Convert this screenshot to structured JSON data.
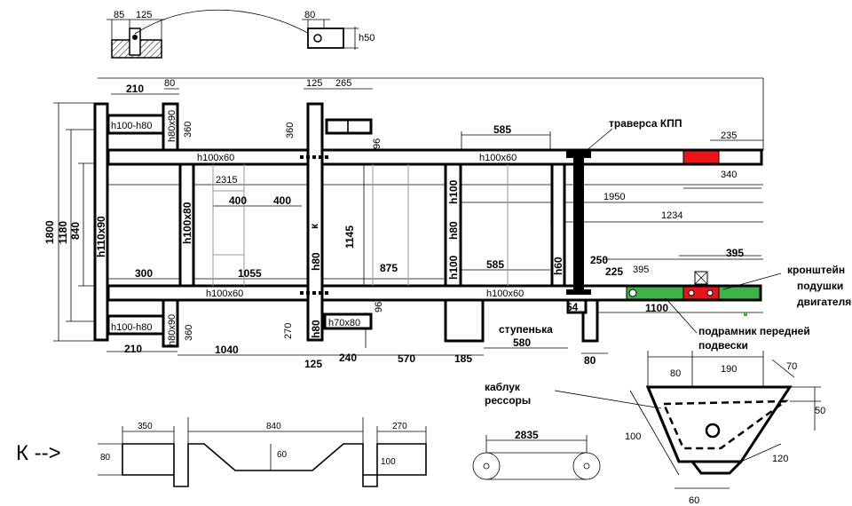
{
  "labels": {
    "d85": "85",
    "d125top": "125",
    "d80top": "80",
    "h50": "h50",
    "d210top": "210",
    "d80b": "80",
    "d125b": "125",
    "d265": "265",
    "h100h80top": "h100-h80",
    "h80x90top": "h80x90",
    "d360a": "360",
    "d360b": "360",
    "d96a": "96",
    "d585top": "585",
    "traverse": "траверса КПП",
    "d235": "235",
    "h100x60topL": "h100x60",
    "h100x60topR": "h100x60",
    "d340": "340",
    "d2315": "2315",
    "d1950": "1950",
    "d400a": "400",
    "d400b": "400",
    "h100a": "h100",
    "k_mid": "к",
    "d1800": "1800",
    "d1180": "1180",
    "d840": "840",
    "h110x90": "h110x90",
    "h100x80": "h100x80",
    "h80a": "h80",
    "d1234": "1234",
    "d1145": "1145",
    "h60": "h60",
    "d250": "250",
    "d225": "225",
    "d395a": "395",
    "d395b": "395",
    "bracket1": "кронштейн",
    "bracket2": "подушки",
    "bracket3": "двигателя",
    "d300": "300",
    "d1055": "1055",
    "d875": "875",
    "d585mid": "585",
    "h100b": "h100",
    "h80b": "h80",
    "h100x60botL": "h100x60",
    "h100x60botR": "h100x60",
    "d54": "54",
    "d1100": "1100",
    "h100h80bot": "h100-h80",
    "h80x90bot": "h80x90",
    "d360c": "360",
    "d270": "270",
    "h80c": "h80",
    "h70x80": "h70x80",
    "d96b": "96",
    "step1": "ступенька",
    "step2": "580",
    "sub1": "подрамник передней",
    "sub2": "подвески",
    "d210bot": "210",
    "d1040": "1040",
    "d125bot": "125",
    "d240": "240",
    "d570": "570",
    "d185": "185",
    "d80bot": "80",
    "heel1": "каблук",
    "heel2": "рессоры",
    "k_view": "К -->",
    "d350": "350",
    "d840k": "840",
    "d270k": "270",
    "d80k": "80",
    "d60k": "60",
    "d100k": "100",
    "d2835": "2835",
    "t80": "80",
    "t190": "190",
    "t70": "70",
    "t50": "50",
    "t100": "100",
    "t120": "120",
    "t60": "60"
  },
  "colors": {
    "red": "#e8141a",
    "green": "#3db34a",
    "hatch": "#000000"
  }
}
